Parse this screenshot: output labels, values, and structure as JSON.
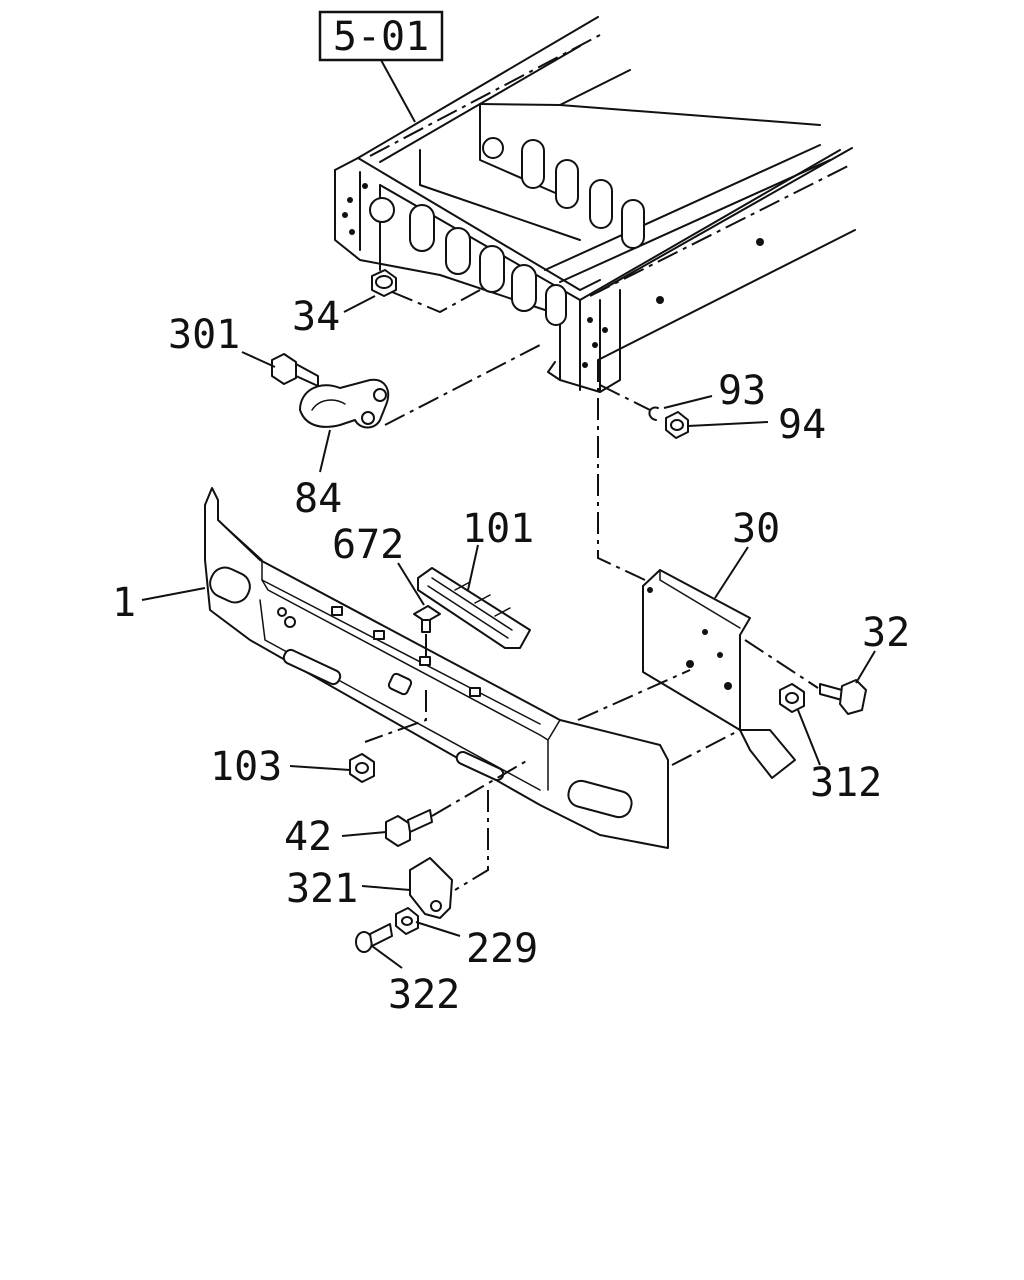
{
  "diagram": {
    "reference_label": "5-01",
    "callouts": [
      {
        "id": "c34",
        "text": "34"
      },
      {
        "id": "c301",
        "text": "301"
      },
      {
        "id": "c84",
        "text": "84"
      },
      {
        "id": "c93",
        "text": "93"
      },
      {
        "id": "c94",
        "text": "94"
      },
      {
        "id": "c672",
        "text": "672"
      },
      {
        "id": "c101",
        "text": "101"
      },
      {
        "id": "c30",
        "text": "30"
      },
      {
        "id": "c1",
        "text": "1"
      },
      {
        "id": "c32",
        "text": "32"
      },
      {
        "id": "c103",
        "text": "103"
      },
      {
        "id": "c312",
        "text": "312"
      },
      {
        "id": "c42",
        "text": "42"
      },
      {
        "id": "c321",
        "text": "321"
      },
      {
        "id": "c229",
        "text": "229"
      },
      {
        "id": "c322",
        "text": "322"
      }
    ]
  }
}
